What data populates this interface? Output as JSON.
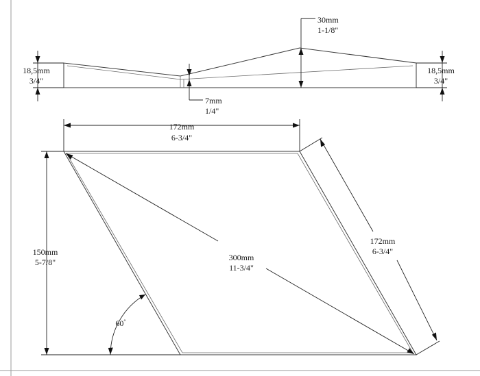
{
  "side_view": {
    "left_height": {
      "mm": "18,5mm",
      "in": "3/4\""
    },
    "right_height": {
      "mm": "18,5mm",
      "in": "3/4\""
    },
    "peak_height": {
      "mm": "30mm",
      "in": "1-1/8\""
    },
    "groove_depth": {
      "mm": "7mm",
      "in": "1/4\""
    }
  },
  "top_view": {
    "top_width": {
      "mm": "172mm",
      "in": "6-3/4\""
    },
    "slant_side": {
      "mm": "172mm",
      "in": "6-3/4\""
    },
    "diagonal": {
      "mm": "300mm",
      "in": "11-3/4\""
    },
    "height": {
      "mm": "150mm",
      "in": "5-7/8\""
    },
    "angle": {
      "value": "60",
      "unit": "°"
    }
  },
  "colors": {
    "line": "#3a3a3a",
    "dimension": "#222222",
    "frame": "#9a9a9a"
  }
}
